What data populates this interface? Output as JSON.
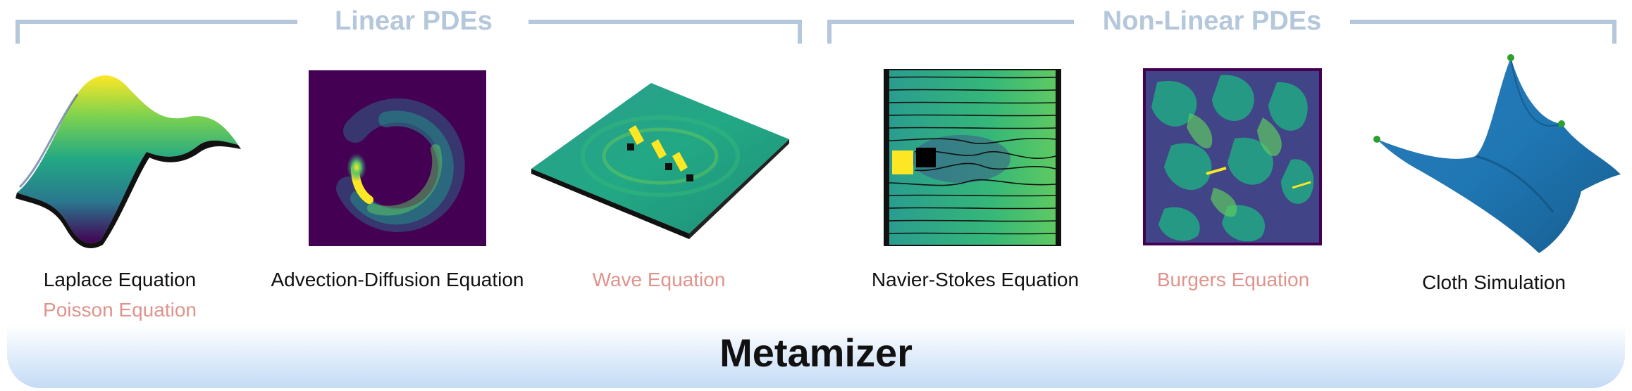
{
  "groups": {
    "linear": {
      "title": "Linear PDEs"
    },
    "nonlinear": {
      "title": "Non-Linear PDEs"
    }
  },
  "captions": {
    "laplace": "Laplace Equation",
    "poisson": "Poisson Equation",
    "advection": "Advection-Diffusion Equation",
    "wave": "Wave Equation",
    "navier": "Navier-Stokes Equation",
    "burgers": "Burgers Equation",
    "cloth": "Cloth Simulation"
  },
  "banner": {
    "title": "Metamizer"
  },
  "colors": {
    "bracket": "#b4c7db",
    "highlight_caption": "#e0938c",
    "normal_caption": "#111111",
    "viridis_dark": "#440154",
    "viridis_mid": "#21918c",
    "viridis_bright": "#fde725",
    "cloth_blue": "#1f77b4",
    "pin_green": "#2ca02c"
  }
}
